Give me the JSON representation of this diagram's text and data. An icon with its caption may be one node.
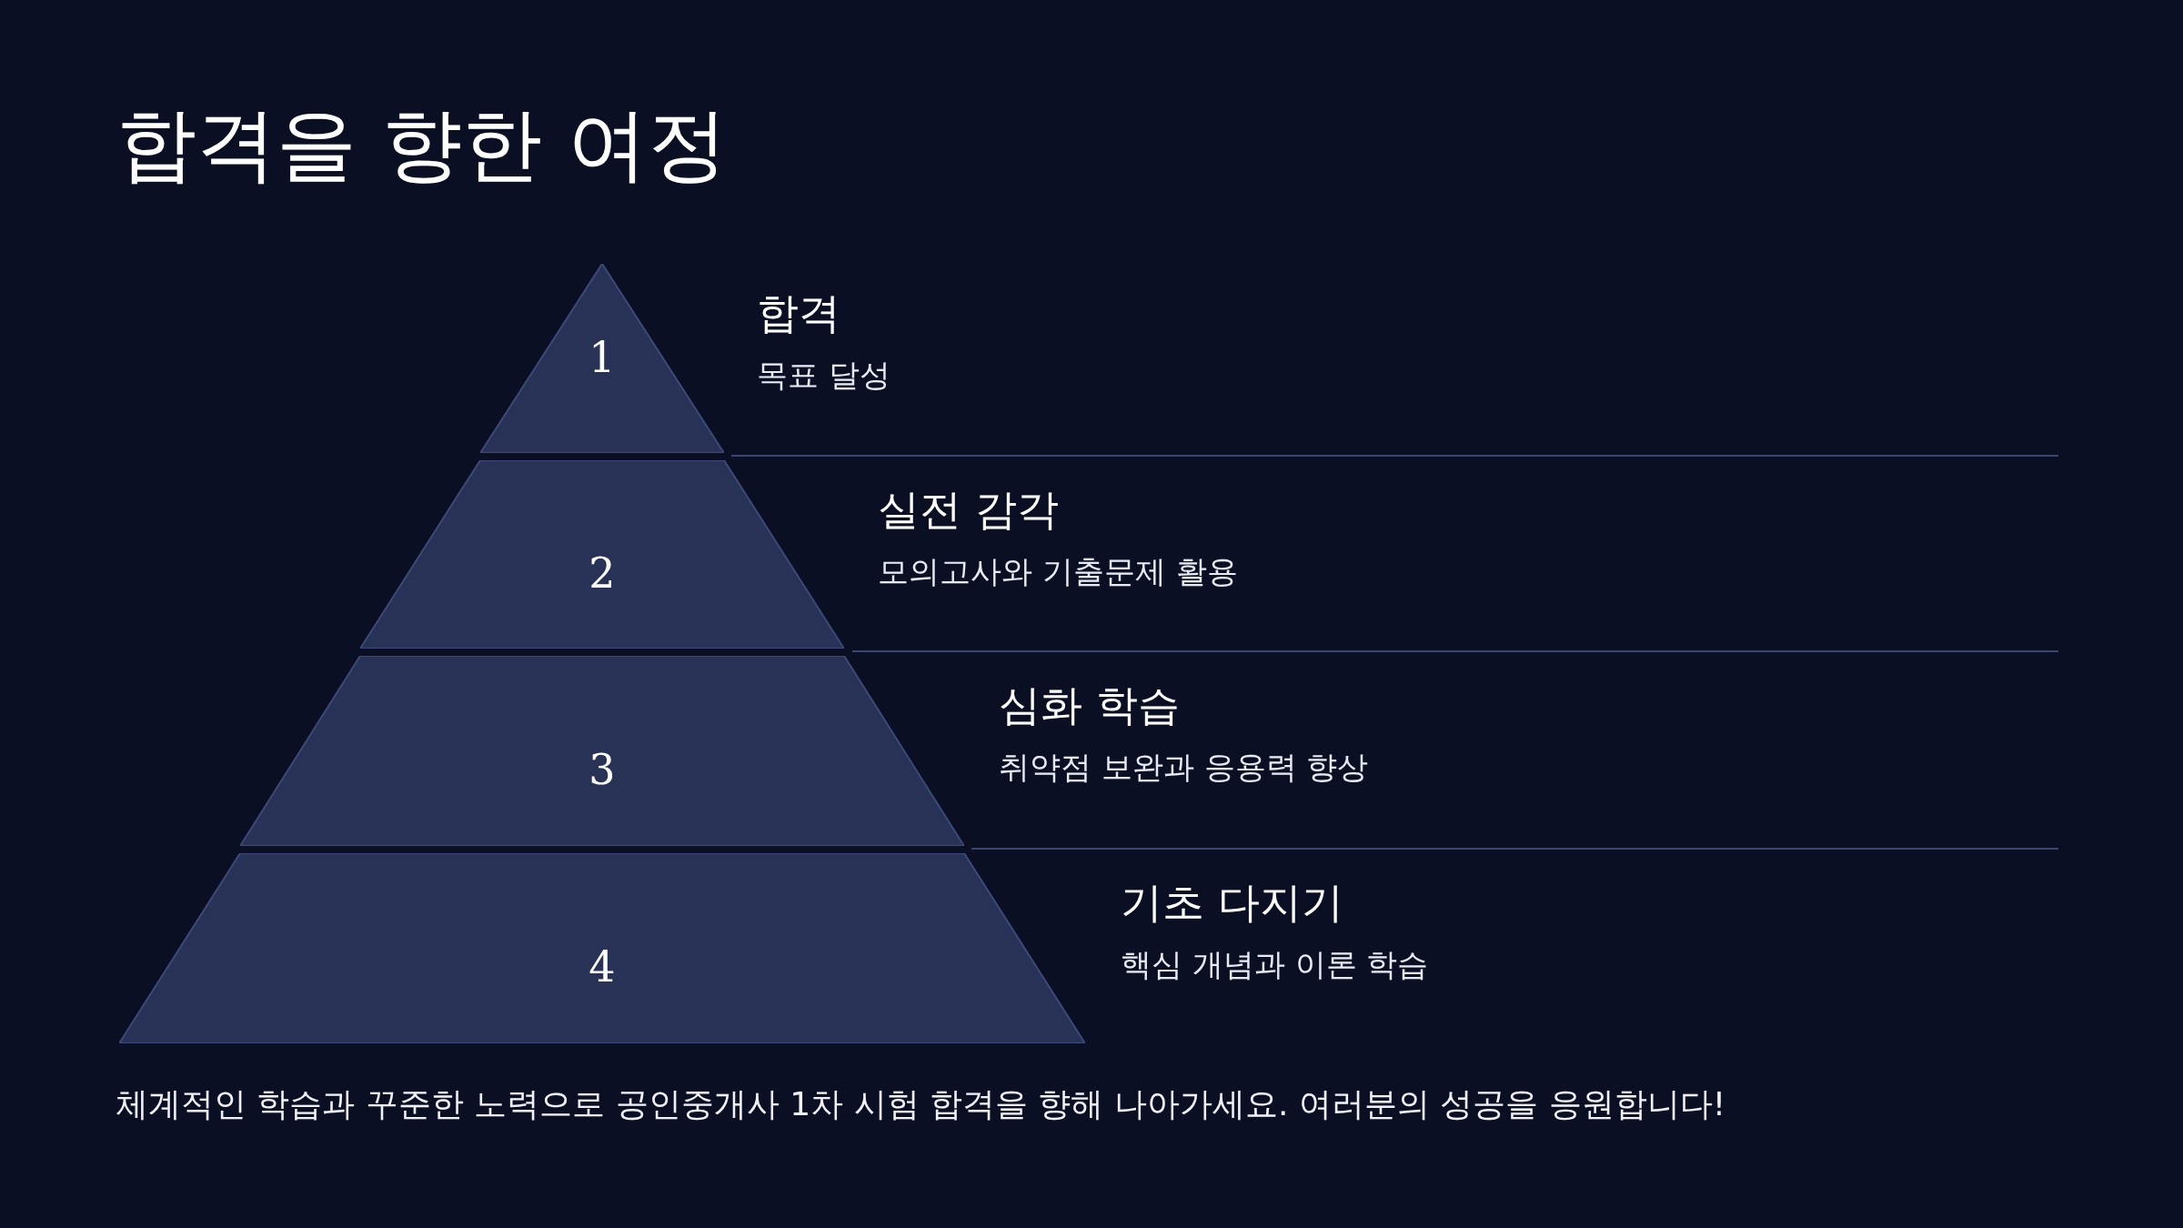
{
  "diagram": {
    "title": "합격을 향한 여정",
    "nodes": [
      {
        "text": [
          "1"
        ],
        "beside": [
          "합격",
          "목표 달성"
        ]
      },
      {
        "text": [
          "2"
        ],
        "beside": [
          "실전 감각",
          "모의고사와 기출문제 활용"
        ]
      },
      {
        "text": [
          "3"
        ],
        "beside": [
          "심화 학습",
          "취약점 보완과 응용력 향상"
        ]
      },
      {
        "text": [
          "4"
        ],
        "beside": [
          "기초 다지기",
          "핵심 개념과 이론 학습"
        ]
      }
    ],
    "edges": [],
    "caption": "체계적인 학습과 꾸준한 노력으로 공인중개사 1차 시험 합격을 향해 나아가세요. 여러분의 성공을 응원합니다!"
  }
}
